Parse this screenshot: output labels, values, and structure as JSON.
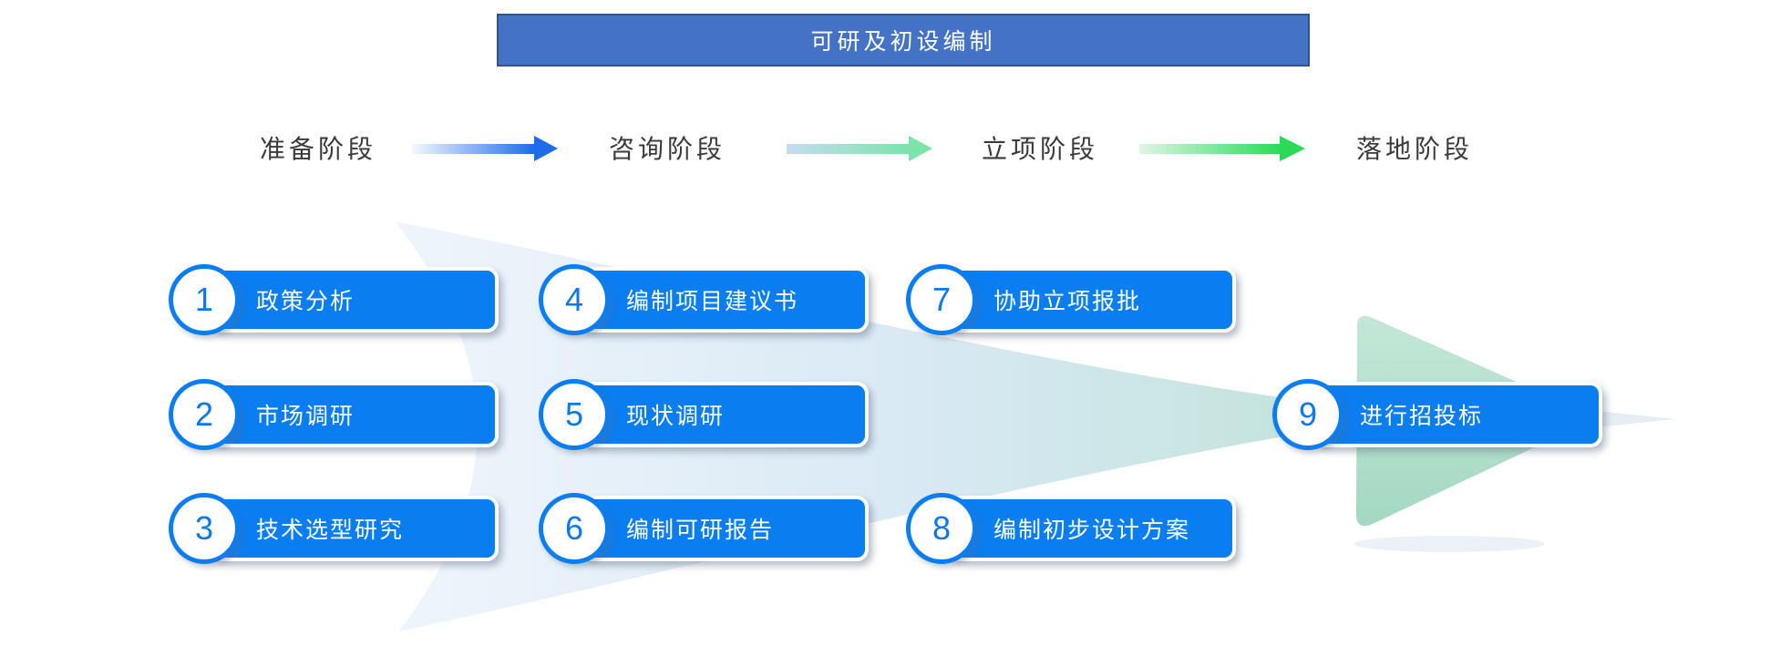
{
  "title": {
    "label": "可研及初设编制"
  },
  "phases": [
    {
      "label": "准备阶段"
    },
    {
      "label": "咨询阶段"
    },
    {
      "label": "立项阶段"
    },
    {
      "label": "落地阶段"
    }
  ],
  "items": [
    {
      "num": "1",
      "label": "政策分析"
    },
    {
      "num": "2",
      "label": "市场调研"
    },
    {
      "num": "3",
      "label": "技术选型研究"
    },
    {
      "num": "4",
      "label": "编制项目建议书"
    },
    {
      "num": "5",
      "label": "现状调研"
    },
    {
      "num": "6",
      "label": "编制可研报告"
    },
    {
      "num": "7",
      "label": "协助立项报批"
    },
    {
      "num": "8",
      "label": "编制初步设计方案"
    },
    {
      "num": "9",
      "label": "进行招投标"
    }
  ],
  "colors": {
    "title-bg": "#4472c4",
    "title-border": "#2e5494",
    "pill-blue": "#0a7df0",
    "number-blue": "#0c78ea",
    "phase-text": "#3a3a3a",
    "arrow1-start": "#f4f8fd",
    "arrow1-end": "#1e6ce8",
    "arrow2-start": "#c6dcf0",
    "arrow2-end": "#7ce3ab",
    "arrow3-start": "#dff6e6",
    "arrow3-end": "#2bdb58",
    "flow-body-start": "#ecf3fb",
    "flow-body-mid": "#d4e6f3",
    "flow-body-end": "#b4ded0",
    "flow-head-light": "#c1e6d4",
    "flow-head-dark": "#9fd6bf"
  }
}
